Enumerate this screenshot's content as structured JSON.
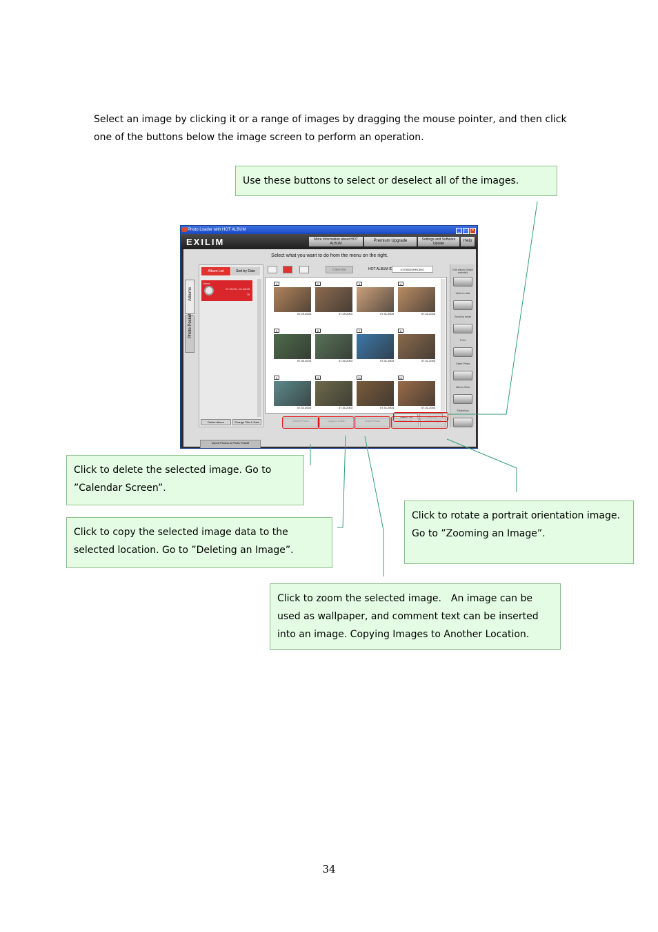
{
  "intro_text": "Select an image by clicking it or a range of images by dragging the mouse pointer, and then click one of the buttons below the image screen to perform an operation.",
  "callouts": {
    "select_all": "Use these buttons to select or deselect all of the images.",
    "delete": "Click to delete the selected image. Go to ”Calendar Screen”.",
    "copy": "Click to copy the selected image data to the selected location. Go to ”Deleting an Image”.",
    "rotate": "Click to rotate a portrait orientation image. Go to ”Zooming an Image”.",
    "zoom": "Click to zoom the selected image.　An image can be used as wallpaper, and comment text can be inserted into an image. Copying Images to Another Location."
  },
  "page_number": "34",
  "app": {
    "window_title": "Photo Loader with HOT ALBUM",
    "logo": "EXILIM",
    "header_buttons": {
      "info": "More Information about HOT ALBUM",
      "premium": "Premium Upgrade",
      "settings": "Settings and Software Update",
      "help": "Help"
    },
    "main_title": "Select what you want to do from the menu on the right.",
    "side_tabs": {
      "albums": "Albums",
      "photo_pocket": "Photo Pocket"
    },
    "left_tabs": {
      "album_list": "Album List",
      "sort_by_date": "Sort by Date"
    },
    "album_card": {
      "name": "Inbox",
      "dates": "07.29.03 - 01.18.03",
      "count": "75"
    },
    "left_buttons": {
      "delete_album": "Delete Album",
      "change_title": "Change Title & Date"
    },
    "photo_pocket_button": "Import Photos to Photo Pocket",
    "calendar_button": "Calendar",
    "album_id_label": "HOT ALBUM ID",
    "album_id_value": "0723501SHRL30IC",
    "thumbnails": [
      {
        "num": "1",
        "date": "07.29.2003",
        "color": "#b2835a"
      },
      {
        "num": "2",
        "date": "07.29.2003",
        "color": "#8c6a4e"
      },
      {
        "num": "3",
        "date": "07.31.2003",
        "color": "#caa07a"
      },
      {
        "num": "4",
        "date": "07.31.2003",
        "color": "#b98c64"
      },
      {
        "num": "5",
        "date": "07.30.2003",
        "color": "#4d6b4a"
      },
      {
        "num": "6",
        "date": "07.30.2003",
        "color": "#587257"
      },
      {
        "num": "7",
        "date": "07.31.2003",
        "color": "#3c78a8"
      },
      {
        "num": "8",
        "date": "07.31.2003",
        "color": "#8a6a4c"
      },
      {
        "num": "9",
        "date": "07.31.2003",
        "color": "#5d8a8c"
      },
      {
        "num": "10",
        "date": "07.31.2003",
        "color": "#6d6a4a"
      },
      {
        "num": "11",
        "date": "07.31.2003",
        "color": "#7a5b3c"
      },
      {
        "num": "12",
        "date": "07.31.2003",
        "color": "#9a6b48"
      }
    ],
    "select_all": "Select All",
    "clear_all": "Clear All",
    "op_buttons": {
      "delete": "Delete Photo",
      "copy": "Copy to Folder",
      "zoom": "Zoom Photo",
      "rotate_left": "Rotate Left",
      "rotate_right": "Rotate Right"
    },
    "right_menu": [
      "Edit album (Make website)",
      "Write to disk",
      "Send by email",
      "Print",
      "Order Prints",
      "Album View",
      "Slideshow"
    ],
    "hot_album_tag": "HOT ALBUM"
  },
  "colors": {
    "callout_bg": "#e3fce3",
    "callout_border": "#8bbd8b",
    "leader": "#2e9e74",
    "highlight": "#e01818"
  }
}
